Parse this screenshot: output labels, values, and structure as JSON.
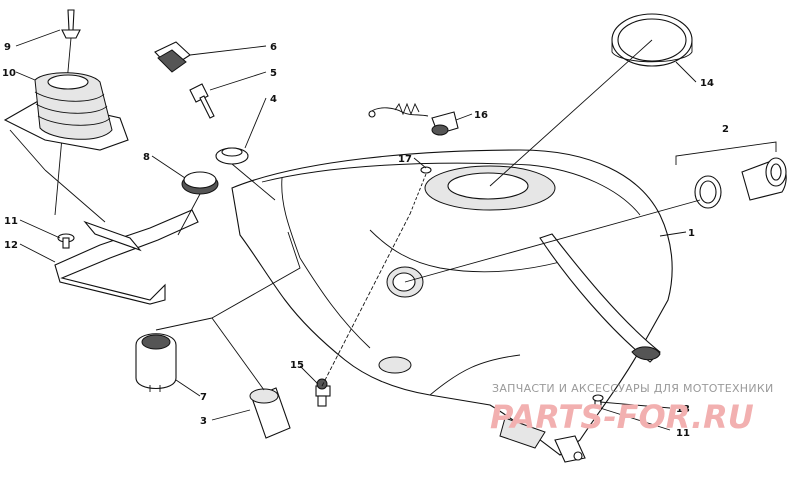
{
  "diagram": {
    "callouts": [
      "1",
      "2",
      "3",
      "4",
      "5",
      "6",
      "7",
      "8",
      "9",
      "10",
      "11",
      "11",
      "12",
      "13",
      "14",
      "15",
      "16",
      "17"
    ]
  },
  "watermark": {
    "caption": "ЗАПЧАСТИ И АКСЕССУАРЫ ДЛЯ МОТОТЕХНИКИ",
    "brand": "PARTS-FOR.RU"
  }
}
